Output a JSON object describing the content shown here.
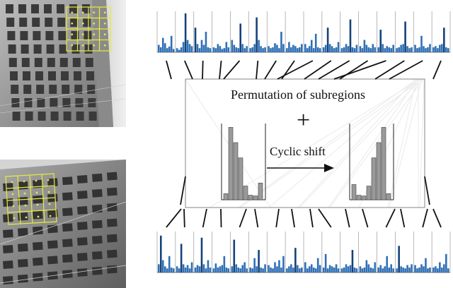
{
  "figure": {
    "center_box": {
      "permutation_label": "Permutation of subregions",
      "plus_symbol": "+",
      "shift_label": "Cyclic shift"
    },
    "colors": {
      "histogram_bar": "#2f6fb5",
      "histogram_bar_dark": "#14427a",
      "grid_overlay": "#e8ea3a",
      "gray_bar": "#9a9a9a",
      "connector": "#111111",
      "faint_connector": "#d8d8d8",
      "box_border": "#999999"
    },
    "top_histogram": {
      "cells": 16,
      "bins_per_cell": 8,
      "values": [
        0.18,
        0.12,
        0.35,
        0.22,
        0.1,
        0.14,
        0.4,
        0.08,
        0.1,
        0.06,
        0.12,
        0.25,
        0.95,
        0.3,
        0.2,
        0.15,
        0.6,
        0.2,
        0.1,
        0.3,
        0.18,
        0.5,
        0.12,
        0.1,
        0.12,
        0.1,
        0.2,
        0.15,
        0.08,
        0.1,
        0.25,
        0.12,
        0.3,
        0.18,
        0.12,
        0.1,
        0.7,
        0.2,
        0.1,
        0.15,
        0.1,
        0.12,
        0.2,
        0.85,
        0.3,
        0.15,
        0.1,
        0.12,
        0.15,
        0.1,
        0.12,
        0.22,
        0.18,
        0.1,
        0.5,
        0.2,
        0.1,
        0.25,
        0.12,
        0.18,
        0.15,
        0.1,
        0.12,
        0.2,
        0.2,
        0.1,
        0.15,
        0.3,
        0.1,
        0.45,
        0.12,
        0.1,
        0.12,
        0.18,
        0.6,
        0.2,
        0.15,
        0.1,
        0.12,
        0.25,
        0.1,
        0.12,
        0.2,
        0.15,
        0.8,
        0.12,
        0.1,
        0.18,
        0.15,
        0.1,
        0.3,
        0.18,
        0.12,
        0.1,
        0.2,
        0.12,
        0.12,
        0.55,
        0.2,
        0.1,
        0.15,
        0.12,
        0.1,
        0.18,
        0.1,
        0.12,
        0.18,
        0.2,
        0.75,
        0.15,
        0.1,
        0.12,
        0.18,
        0.1,
        0.12,
        0.4,
        0.15,
        0.1,
        0.12,
        0.2,
        0.12,
        0.15,
        0.1,
        0.18,
        0.2,
        0.6,
        0.12,
        0.1
      ]
    },
    "bottom_histogram": {
      "cells": 16,
      "bins_per_cell": 8,
      "values": [
        0.2,
        0.9,
        0.3,
        0.15,
        0.1,
        0.4,
        0.12,
        0.1,
        0.15,
        0.1,
        0.7,
        0.2,
        0.12,
        0.18,
        0.1,
        0.25,
        0.12,
        0.18,
        0.15,
        0.85,
        0.2,
        0.1,
        0.3,
        0.12,
        0.1,
        0.22,
        0.12,
        0.15,
        0.18,
        0.4,
        0.12,
        0.1,
        0.15,
        0.8,
        0.2,
        0.12,
        0.1,
        0.18,
        0.25,
        0.1,
        0.12,
        0.1,
        0.35,
        0.15,
        0.55,
        0.12,
        0.1,
        0.2,
        0.18,
        0.12,
        0.1,
        0.25,
        0.15,
        0.3,
        0.12,
        0.4,
        0.1,
        0.15,
        0.2,
        0.12,
        0.6,
        0.18,
        0.1,
        0.12,
        0.25,
        0.1,
        0.15,
        0.2,
        0.12,
        0.1,
        0.35,
        0.18,
        0.12,
        0.45,
        0.1,
        0.18,
        0.15,
        0.12,
        0.2,
        0.1,
        0.1,
        0.12,
        0.2,
        0.15,
        0.18,
        0.55,
        0.12,
        0.1,
        0.15,
        0.1,
        0.12,
        0.3,
        0.2,
        0.12,
        0.1,
        0.25,
        0.12,
        0.18,
        0.1,
        0.15,
        0.4,
        0.12,
        0.2,
        0.1,
        0.1,
        0.65,
        0.15,
        0.12,
        0.1,
        0.18,
        0.12,
        0.2,
        0.18,
        0.1,
        0.12,
        0.2,
        0.15,
        0.35,
        0.1,
        0.12,
        0.12,
        0.15,
        0.1,
        0.25,
        0.12,
        0.2,
        0.45,
        0.1
      ]
    },
    "left_gray_histogram": [
      0.08,
      0.95,
      0.75,
      0.55,
      0.18,
      0.06,
      0.05,
      0.22
    ],
    "right_gray_histogram": [
      0.2,
      0.06,
      0.05,
      0.18,
      0.55,
      0.75,
      0.95,
      0.08
    ]
  }
}
